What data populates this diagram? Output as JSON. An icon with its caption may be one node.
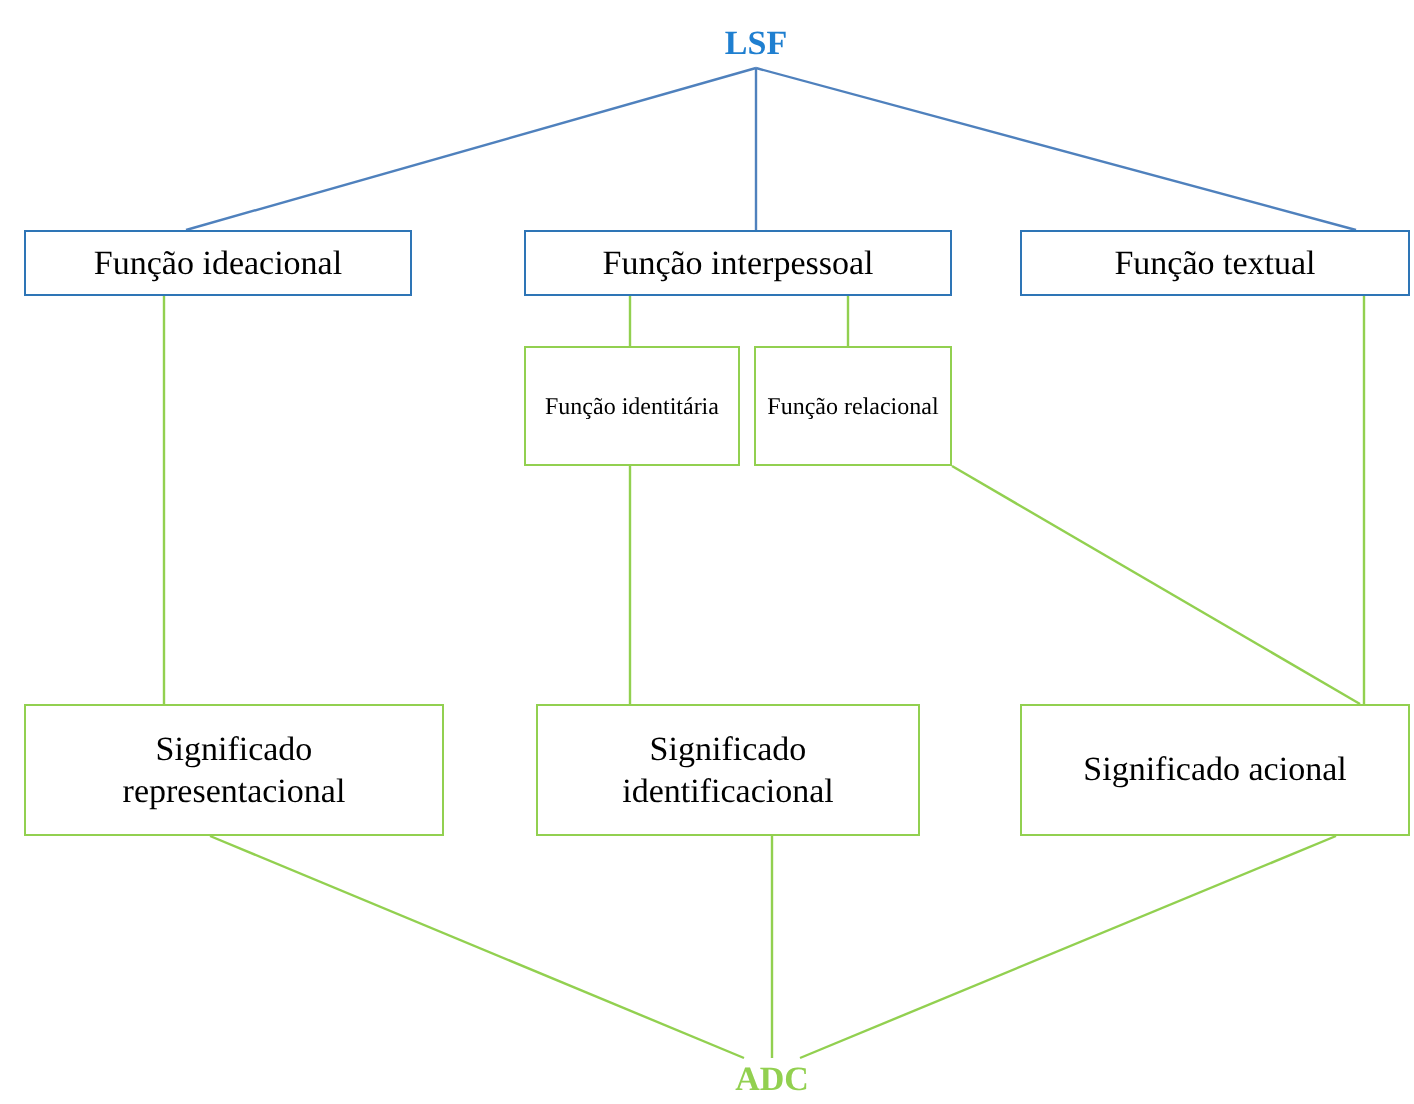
{
  "diagram": {
    "nodes": [
      {
        "text": [
          "LSF"
        ]
      },
      {
        "text": [
          "Função ideacional"
        ]
      },
      {
        "text": [
          "Função interpessoal"
        ]
      },
      {
        "text": [
          "Função textual"
        ]
      },
      {
        "text": [
          "Função identitária"
        ]
      },
      {
        "text": [
          "Função relacional"
        ]
      },
      {
        "text": [
          "Significado representacional"
        ]
      },
      {
        "text": [
          "Significado identificacional"
        ]
      },
      {
        "text": [
          "Significado acional"
        ]
      },
      {
        "text": [
          "ADC"
        ]
      }
    ],
    "edges": [
      {
        "from": 0,
        "to": 1,
        "arrow": "none",
        "color": "#4f81bd"
      },
      {
        "from": 0,
        "to": 2,
        "arrow": "none",
        "color": "#4f81bd"
      },
      {
        "from": 0,
        "to": 3,
        "arrow": "none",
        "color": "#4f81bd"
      },
      {
        "from": 2,
        "to": 4,
        "arrow": "none"
      },
      {
        "from": 2,
        "to": 5,
        "arrow": "none"
      },
      {
        "from": 1,
        "to": 6,
        "arrow": "none"
      },
      {
        "from": 4,
        "to": 7,
        "arrow": "none"
      },
      {
        "from": 5,
        "to": 8,
        "arrow": "none"
      },
      {
        "from": 3,
        "to": 8,
        "arrow": "none"
      },
      {
        "from": 6,
        "to": 9,
        "arrow": "none"
      },
      {
        "from": 7,
        "to": 9,
        "arrow": "none"
      },
      {
        "from": 8,
        "to": 9,
        "arrow": "none"
      }
    ]
  }
}
